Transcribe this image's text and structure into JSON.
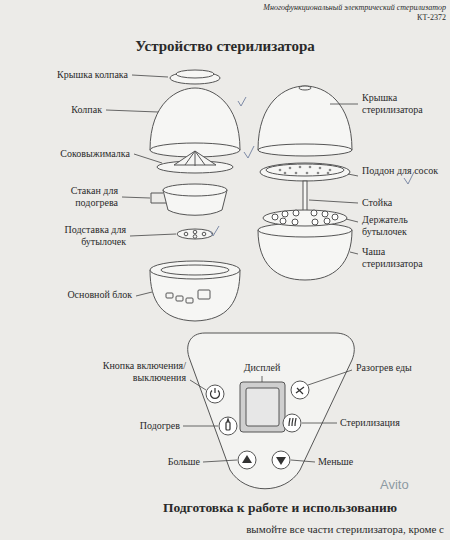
{
  "diagram": {
    "title": "Устройство стерилизатора",
    "labels": [
      "Многофункциональный электрический стерилизатор",
      "КТ-2372",
      "Крышка колпака",
      "Колпак",
      "Соковыжималка",
      "Стакан для подогрева",
      "Подставка для бутылочек",
      "Основной блок",
      "Крышка стерилизатора",
      "Поддон для сосок",
      "Стойка",
      "Держатель бутылочек",
      "Чаша стерилизатора",
      "Дисплей",
      "Кнопка включения/ выключения",
      "Разогрев еды",
      "Подогрев",
      "Стерилизация",
      "Больше",
      "Меньше",
      "Подготовка к работе и использованию",
      "вымойте все части стерилизатора, кроме с",
      "Avito"
    ]
  }
}
